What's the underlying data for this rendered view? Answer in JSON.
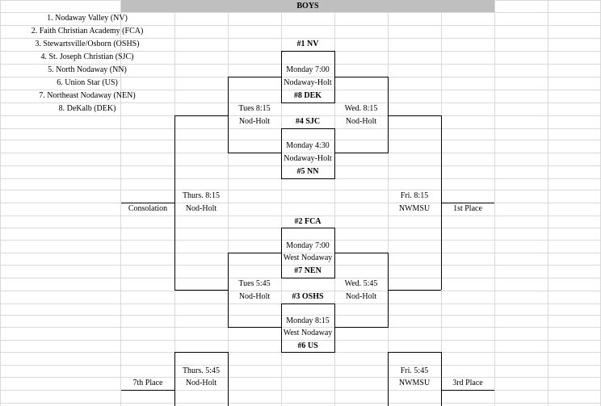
{
  "header": {
    "title": "BOYS"
  },
  "seeds": [
    "1. Nodaway Valley (NV)",
    "2. Faith Christian Academy (FCA)",
    "3. Stewartsville/Osborn (OSHS)",
    "4. St. Joseph Christian (SJC)",
    "5. North Nodaway (NN)",
    "6. Union Star (US)",
    "7. Northeast Nodaway (NEN)",
    "8. DeKalb (DEK)"
  ],
  "top_bracket": {
    "seed1": "#1 NV",
    "game1_time": "Monday 7:00",
    "game1_site": "Nodaway-Holt",
    "seed8": "#8 DEK",
    "seed4": "#4 SJC",
    "game2_time": "Monday 4:30",
    "game2_site": "Nodaway-Holt",
    "seed5": "#5 NN",
    "consol_time": "Tues 8:15",
    "consol_site": "Nod-Holt",
    "semi_time": "Wed. 8:15",
    "semi_site": "Nod-Holt"
  },
  "bottom_bracket": {
    "seed2": "#2 FCA",
    "game1_time": "Monday 7:00",
    "game1_site": "West Nodaway",
    "seed7": "#7 NEN",
    "seed3": "#3 OSHS",
    "game2_time": "Monday 8:15",
    "game2_site": "West Nodaway",
    "seed6": "#6 US",
    "consol_time": "Tues 5:45",
    "consol_site": "Nod-Holt",
    "semi_time": "Wed. 5:45",
    "semi_site": "Nod-Holt"
  },
  "consolation_final": {
    "label": "Consolation",
    "time": "Thurs. 8:15",
    "site": "Nod-Holt"
  },
  "championship": {
    "label": "1st Place",
    "time": "Fri. 8:15",
    "site": "NWMSU"
  },
  "seventh_place": {
    "label": "7th Place",
    "time": "Thurs. 5:45",
    "site": "Nod-Holt"
  },
  "third_place": {
    "label": "3rd Place",
    "time": "Fri. 5:45",
    "site": "NWMSU"
  }
}
